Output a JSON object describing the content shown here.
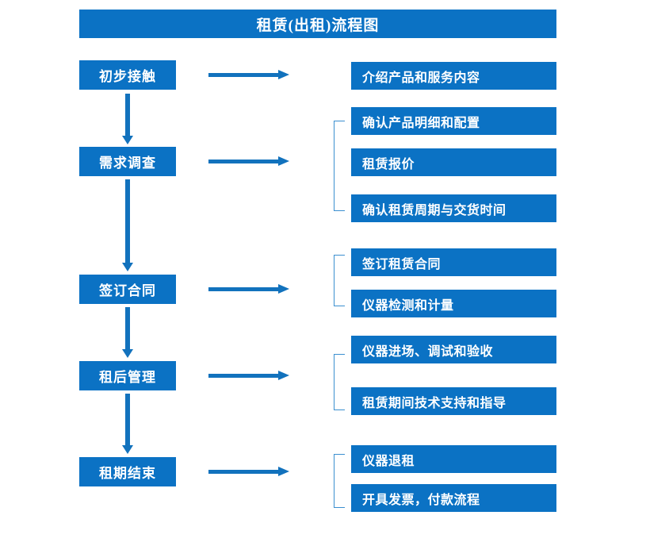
{
  "diagram": {
    "title": "租赁(出租)流程图",
    "accent_color": "#0b72c4",
    "arrow_color": "#1272bd",
    "bracket_color": "#3b8fd0",
    "text_color": "#ffffff",
    "background_color": "#ffffff",
    "stages": [
      {
        "label": "初步接触"
      },
      {
        "label": "需求调查"
      },
      {
        "label": "签订合同"
      },
      {
        "label": "租后管理"
      },
      {
        "label": "租期结束"
      }
    ],
    "details": [
      {
        "label": "介绍产品和服务内容"
      },
      {
        "label": "确认产品明细和配置"
      },
      {
        "label": "租赁报价"
      },
      {
        "label": "确认租赁周期与交货时间"
      },
      {
        "label": "签订租赁合同"
      },
      {
        "label": "仪器检测和计量"
      },
      {
        "label": "仪器进场、调试和验收"
      },
      {
        "label": "租赁期间技术支持和指导"
      },
      {
        "label": "仪器退租"
      },
      {
        "label": "开具发票，付款流程"
      }
    ]
  }
}
